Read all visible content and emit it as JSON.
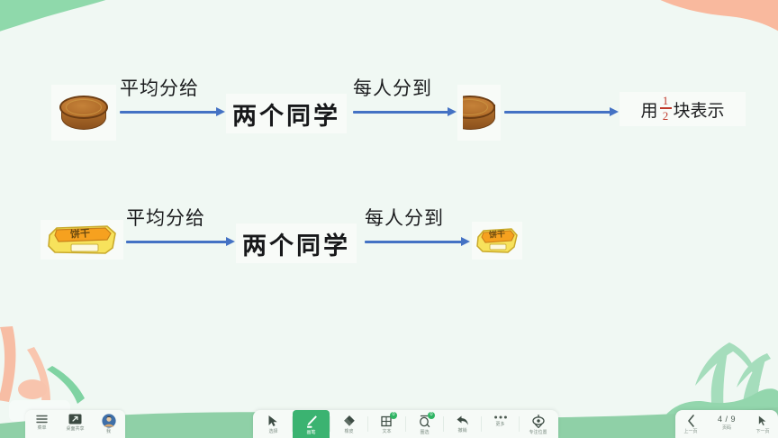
{
  "slide": {
    "background_color": "#f0f8f3",
    "decorations": {
      "top_left_color": "#8fd9ab",
      "top_right_color": "#f9b99e",
      "bottom_left_color": "#f6b79c",
      "bottom_right_color": "#9bd8b2",
      "band_color": "#8fd0a7"
    },
    "arrow_color": "#4472c4",
    "fraction_color": "#c0392b",
    "rows": [
      {
        "id": "row-cake",
        "source_image": "round-cake-image",
        "source_alt": "整块圆饼",
        "caption1": "平均分给",
        "middle_label": "两个同学",
        "caption2": "每人分到",
        "result_image": "half-cake-image",
        "result_alt": "半块圆饼",
        "note_prefix": "用",
        "note_numerator": "1",
        "note_denominator": "2",
        "note_suffix": "块表示"
      },
      {
        "id": "row-biscuit",
        "source_image": "biscuit-box-image",
        "source_alt": "一盒饼干",
        "source_text": "饼干",
        "caption1": "平均分给",
        "middle_label": "两个同学",
        "caption2": "每人分到",
        "result_image": "half-biscuit-box-image",
        "result_alt": "半盒饼干",
        "result_text": "饼干"
      }
    ]
  },
  "bottom_left_bar": {
    "items": [
      {
        "name": "menu-button",
        "icon": "hamburger-icon",
        "label": "菜单"
      },
      {
        "name": "share-screen-button",
        "icon": "screen-share-icon",
        "label": "桌面共享"
      },
      {
        "name": "user-avatar-button",
        "icon": "avatar-icon",
        "label": "我"
      }
    ]
  },
  "toolbar": {
    "tools": [
      {
        "name": "select-tool",
        "icon": "cursor-arrow-icon",
        "label": "选择",
        "active": false,
        "badge": ""
      },
      {
        "name": "pen-tool",
        "icon": "pencil-icon",
        "label": "画笔",
        "active": true,
        "badge": ""
      },
      {
        "name": "eraser-tool",
        "icon": "eraser-icon",
        "label": "橡皮",
        "active": false,
        "badge": ""
      },
      {
        "name": "text-tool",
        "icon": "text-box-icon",
        "label": "文本",
        "active": false,
        "badge": "0"
      },
      {
        "name": "lasso-tool",
        "icon": "lasso-icon",
        "label": "圈选",
        "active": false,
        "badge": "0"
      },
      {
        "name": "undo-tool",
        "icon": "undo-arrow-icon",
        "label": "撤销",
        "active": false,
        "badge": ""
      },
      {
        "name": "more-tool",
        "icon": "ellipsis-icon",
        "label": "更多",
        "active": false,
        "badge": ""
      },
      {
        "name": "position-tool",
        "icon": "target-position-icon",
        "label": "专注位置",
        "active": false,
        "badge": ""
      }
    ]
  },
  "pager": {
    "prev_label": "上一页",
    "next_label": "下一页",
    "page_label": "页码",
    "current_page": "4",
    "separator": "/",
    "total_pages": "9",
    "display": "4 / 9",
    "prev_icon": "chevron-left-icon",
    "next_icon": "cursor-pointer-icon"
  }
}
